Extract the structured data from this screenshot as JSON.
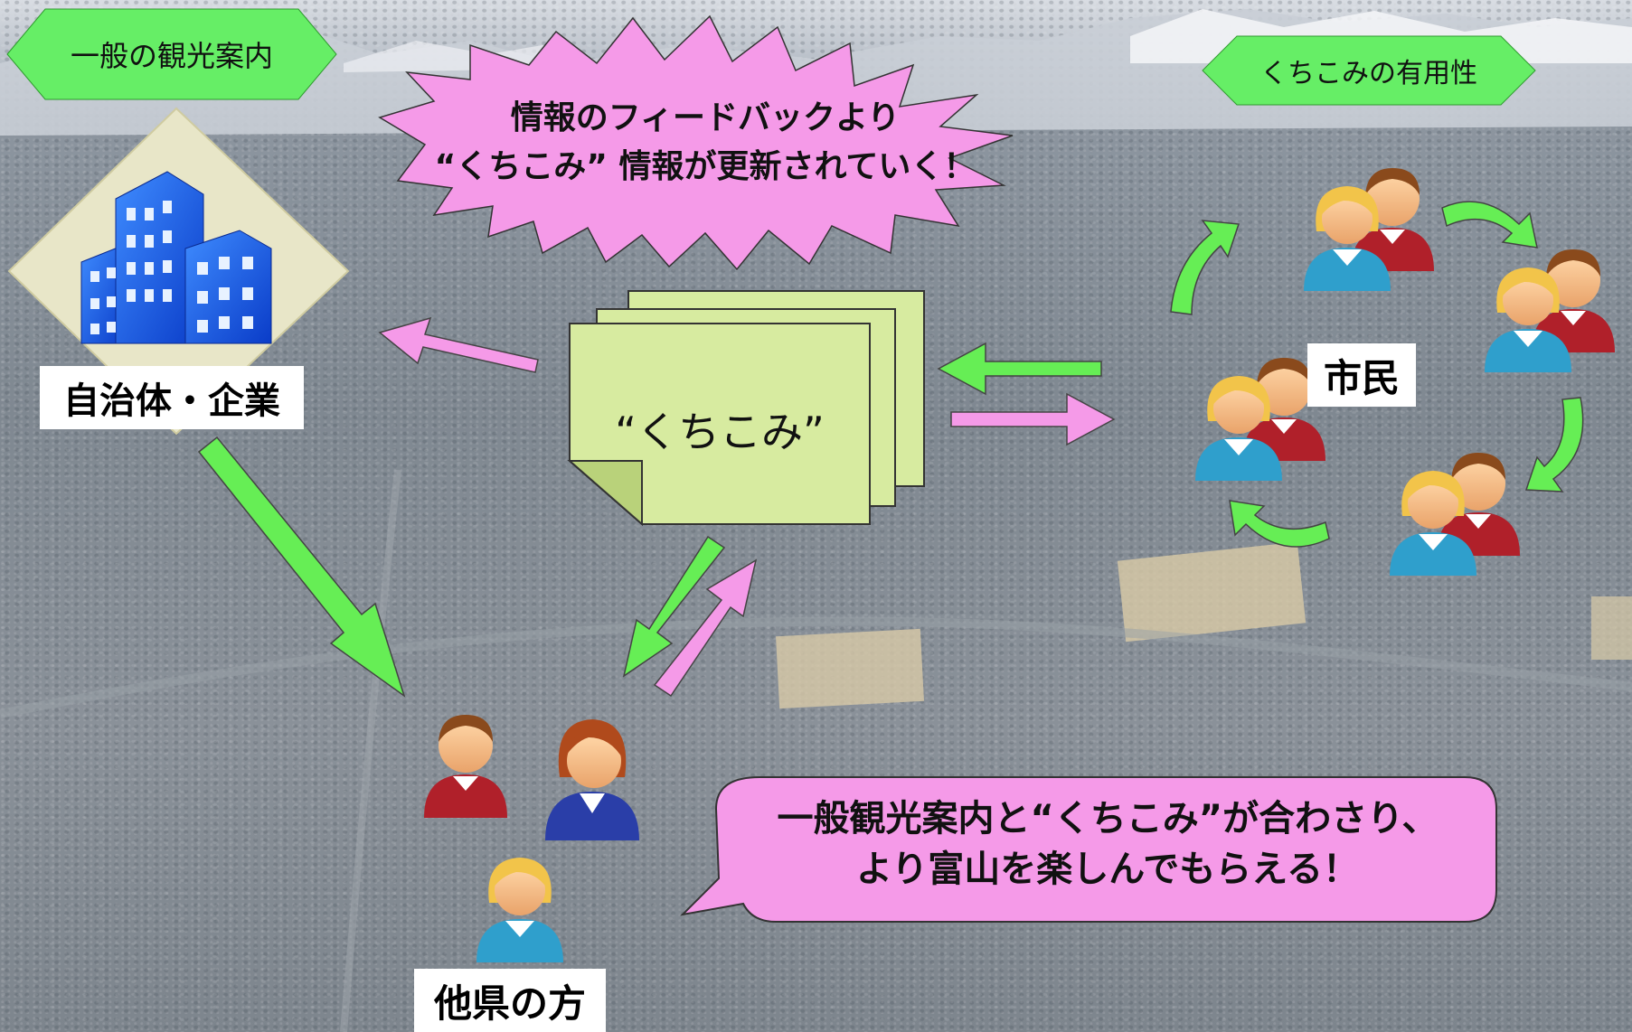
{
  "hex_left": {
    "label": "一般の観光案内"
  },
  "hex_right": {
    "label": "くちこみの有用性"
  },
  "burst": {
    "line1": "情報のフィードバックより",
    "line2": "“くちこみ” 情報が更新されていく！"
  },
  "note": {
    "label": "“くちこみ”"
  },
  "org": {
    "label": "自治体・企業"
  },
  "citizens": {
    "label": "市民"
  },
  "visitors": {
    "label": "他県の方"
  },
  "callout": {
    "line1": "一般観光案内と“くちこみ”が合わさり、",
    "line2": "より富山を楽しんでもらえる！"
  },
  "colors": {
    "hex_fill": "#66ee66",
    "burst_fill": "#f59ae8",
    "note_fill": "#d7eba0",
    "arrow_green": "#66ee55",
    "arrow_pink": "#f59ae8",
    "callout_fill": "#f59ae8",
    "building_blue": "#1e6cff",
    "diamond_fill": "#e8e6c8"
  }
}
